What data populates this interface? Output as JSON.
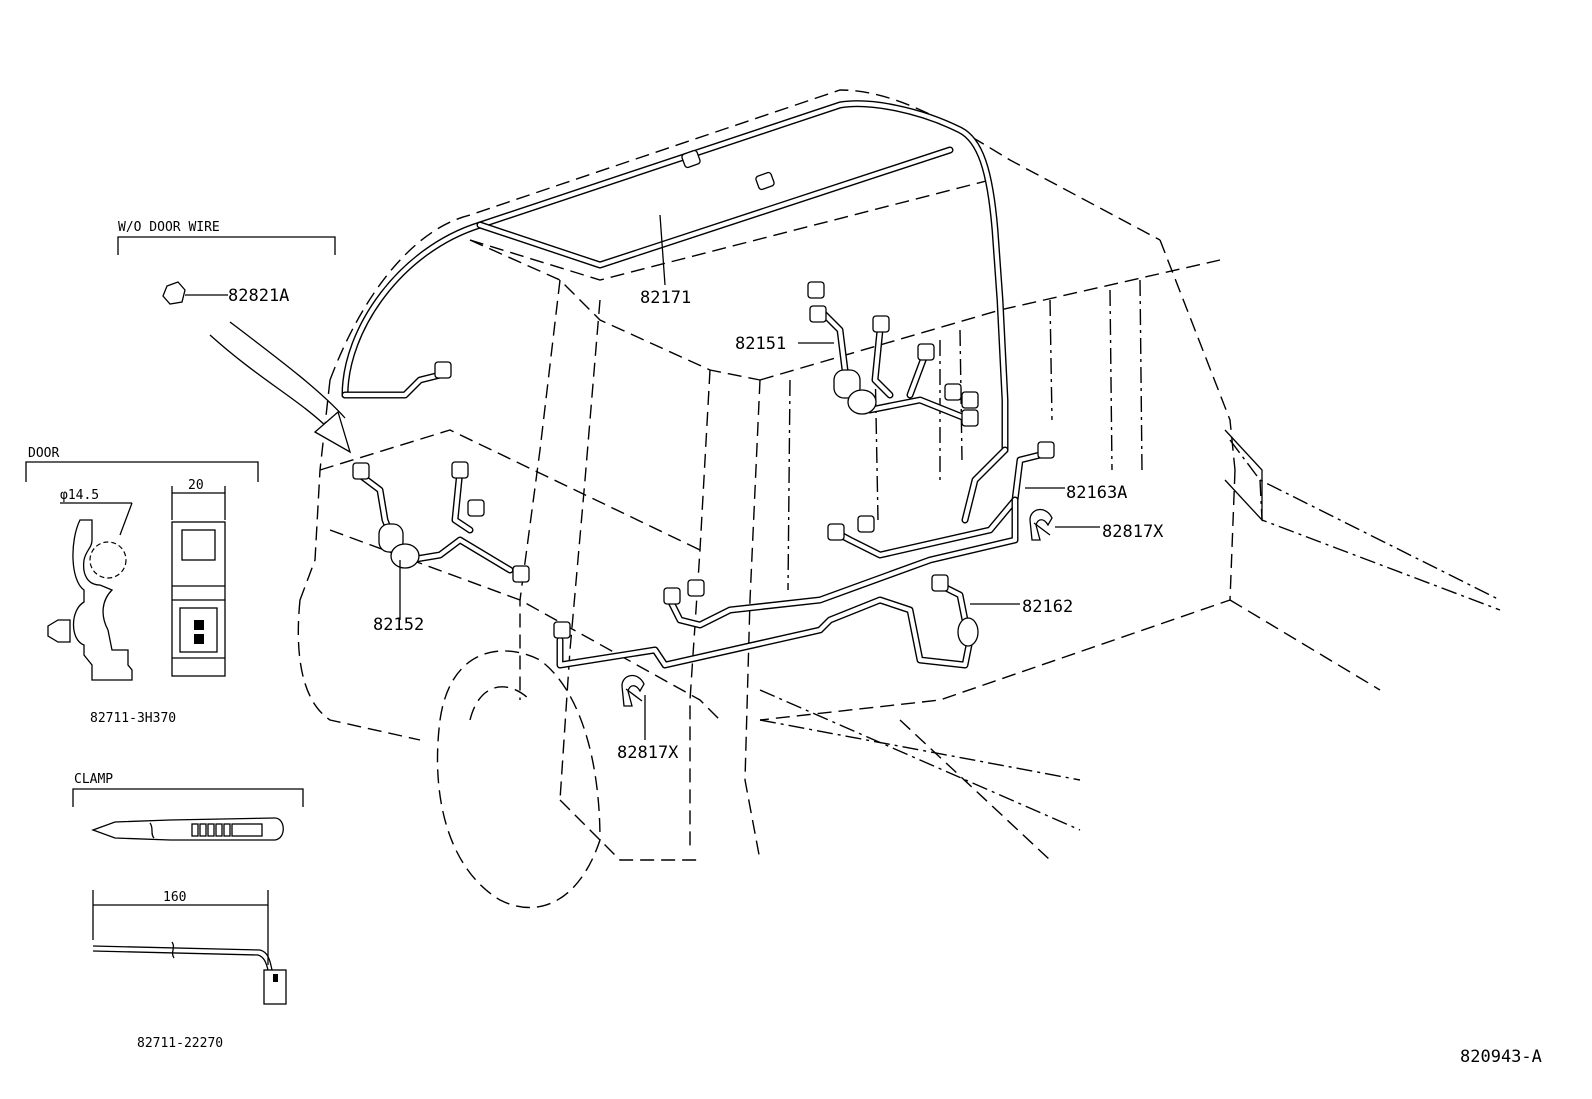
{
  "labels": {
    "wo_door_wire": "W/O DOOR WIRE",
    "door": "DOOR",
    "clamp": "CLAMP",
    "dim_diameter": "φ14.5",
    "dim_width": "20",
    "dim_length": "160",
    "door_clip_part": "82711-3H370",
    "clamp_part": "82711-22270",
    "diagram_id": "820943-A"
  },
  "callouts": {
    "p82821A": "82821A",
    "p82171": "82171",
    "p82151": "82151",
    "p82163A": "82163A",
    "p82817X_upper": "82817X",
    "p82162": "82162",
    "p82152": "82152",
    "p82817X_lower": "82817X"
  }
}
